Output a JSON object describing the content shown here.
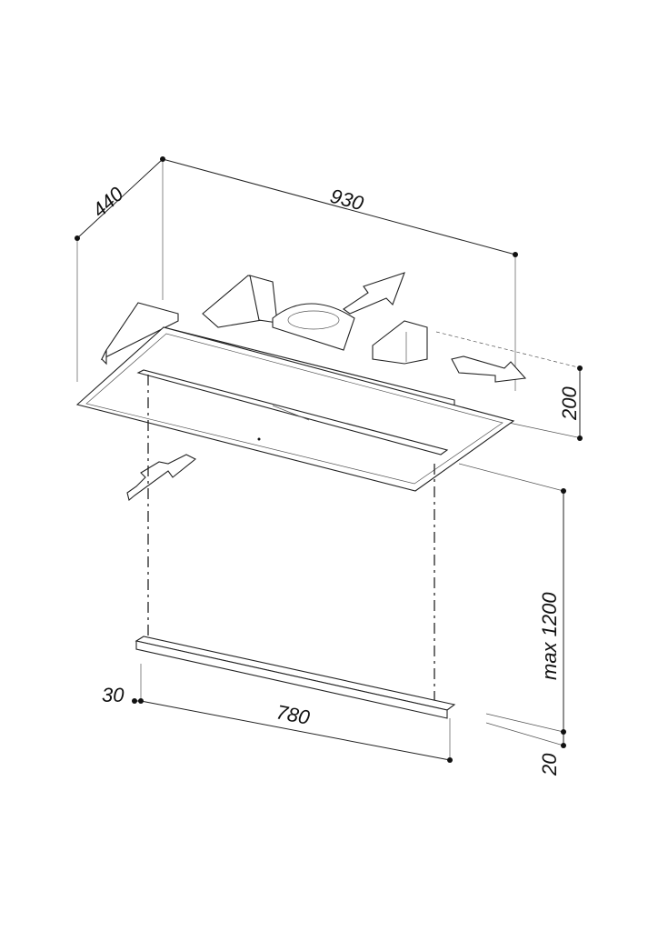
{
  "dimensions": {
    "width": "930",
    "depth": "440",
    "height": "200",
    "drop": "max 1200",
    "bar_thickness": "20",
    "bar_height": "30",
    "bar_length": "780"
  }
}
